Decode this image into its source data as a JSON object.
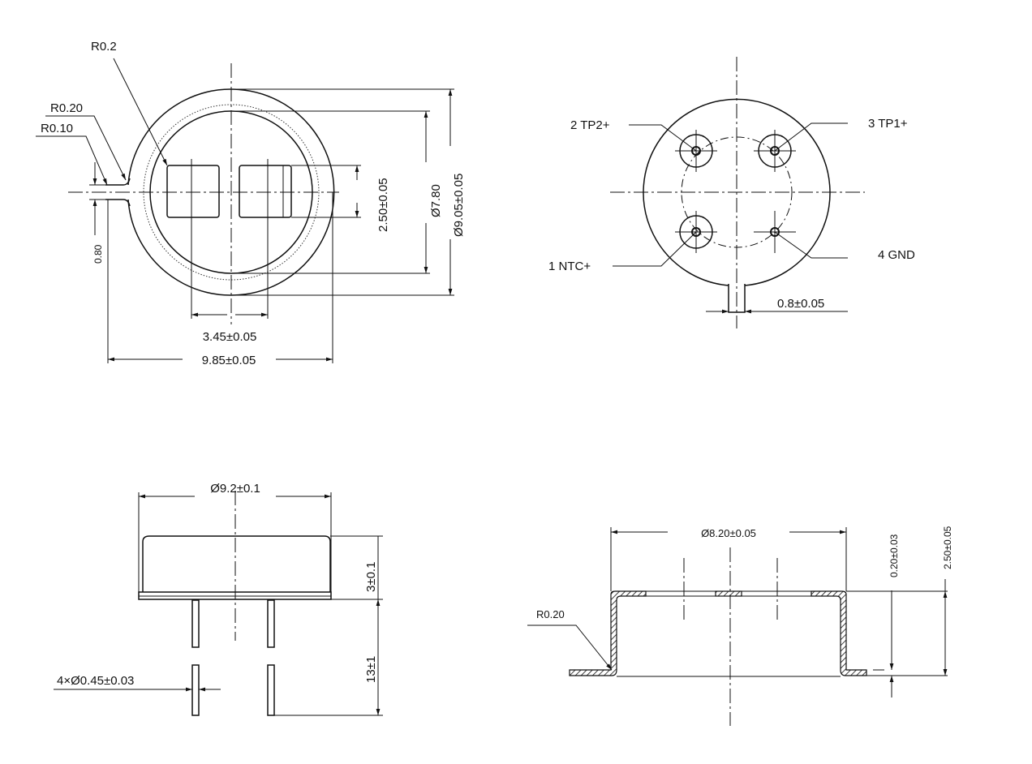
{
  "top_view": {
    "labels": {
      "r02": "R0.2",
      "r020": "R0.20",
      "r010": "R0.10",
      "d080": "0.80",
      "d250": "2.50±0.05",
      "d780": "Ø7.80",
      "d905": "Ø9.05±0.05",
      "d345": "3.45±0.05",
      "d985": "9.85±0.05"
    }
  },
  "pin_view": {
    "pins": [
      {
        "label": "2 TP2+"
      },
      {
        "label": "3 TP1+"
      },
      {
        "label": "1 NTC+"
      },
      {
        "label": "4 GND"
      }
    ],
    "tab_dim": "0.8±0.05"
  },
  "side_view": {
    "labels": {
      "diameter": "Ø9.2±0.1",
      "height": "3±0.1",
      "pin_length": "13±1",
      "pin_diameter": "4×Ø0.45±0.03"
    }
  },
  "section_view": {
    "labels": {
      "diameter": "Ø8.20±0.05",
      "radius": "R0.20",
      "thickness": "0.20±0.03",
      "height": "2.50±0.05"
    }
  }
}
